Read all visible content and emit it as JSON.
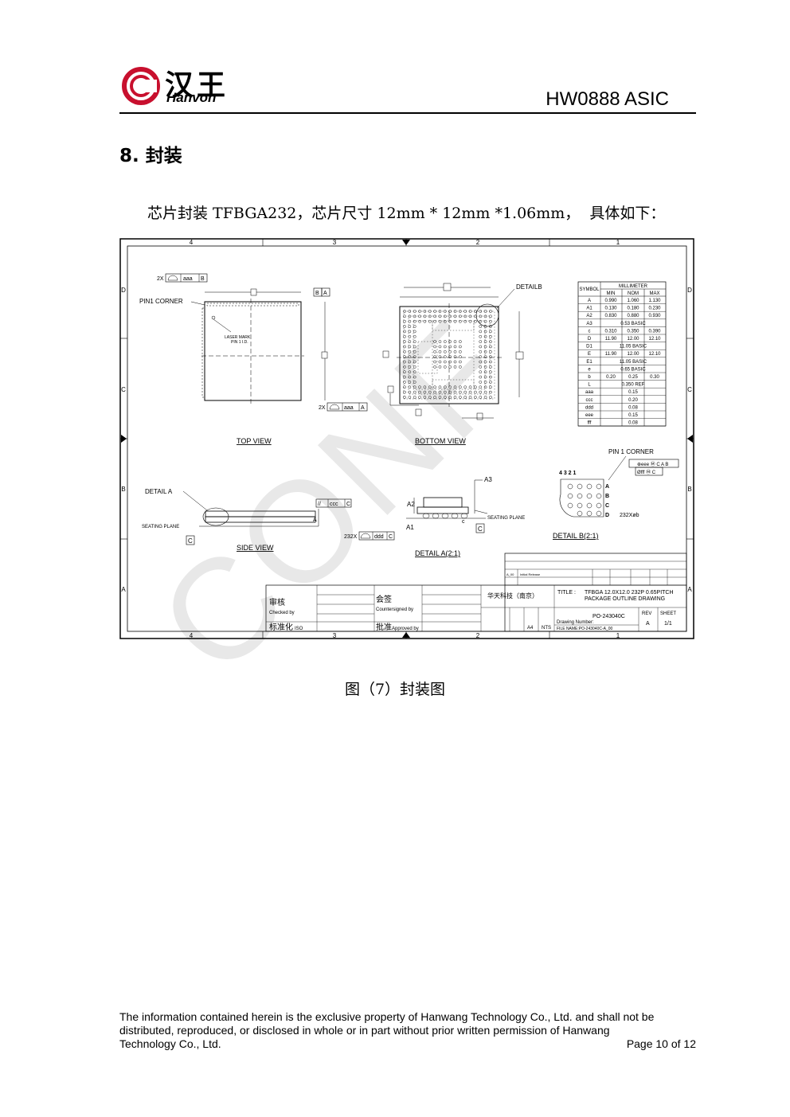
{
  "header": {
    "logo_cn": "汉王",
    "logo_en": "Hanvon",
    "doc_title": "HW0888 ASIC"
  },
  "section": {
    "heading": "8. 封装",
    "intro": "芯片封装 TFBGA232，芯片尺寸 12mm * 12mm *1.06mm，  具体如下："
  },
  "drawing": {
    "border_cols": [
      "4",
      "3",
      "2",
      "1"
    ],
    "border_rows": [
      "D",
      "C",
      "B",
      "A"
    ],
    "top_view_label": "TOP VIEW",
    "bottom_view_label": "BOTTOM VIEW",
    "side_view_label": "SIDE VIEW",
    "detail_a_label": "DETAIL A(2:1)",
    "detail_b_label": "DETAIL B(2:1)",
    "pin1_corner": "PIN1 CORNER",
    "pin1_corner_b": "PIN 1 CORNER",
    "laser_mark": "LASER MARK",
    "laser_mark_2": "PIN 1 I.D.",
    "detailb_ref": "DETAILB",
    "detail_a_ref": "DETAIL A",
    "seating_plane": "SEATING PLANE",
    "seating_plane_2": "SEATING PLANE",
    "tol_2x_aaa_b": "2X",
    "tol_2x_aaa_a": "2X",
    "tol_232x": "232X",
    "tol_232xb": "232Xøb",
    "detail_b_cols": "4  3  2  1",
    "table": {
      "header_symbol": "SYMBOL",
      "header_unit": "MILLIMETER",
      "subheaders": [
        "MIN",
        "NOM",
        "MAX"
      ],
      "rows": [
        [
          "A",
          "0.990",
          "1.060",
          "1.130"
        ],
        [
          "A1",
          "0.130",
          "0.180",
          "0.230"
        ],
        [
          "A2",
          "0.830",
          "0.880",
          "0.930"
        ],
        [
          "A3",
          "0.53 BASIC",
          "",
          ""
        ],
        [
          "c",
          "0.310",
          "0.350",
          "0.390"
        ],
        [
          "D",
          "11.90",
          "12.00",
          "12.10"
        ],
        [
          "D1",
          "11.05 BASIC",
          "",
          ""
        ],
        [
          "E",
          "11.90",
          "12.00",
          "12.10"
        ],
        [
          "E1",
          "11.05 BASIC",
          "",
          ""
        ],
        [
          "e",
          "0.65 BASIC",
          "",
          ""
        ],
        [
          "b",
          "0.20",
          "0.25",
          "0.30"
        ],
        [
          "L",
          "0.350 REF",
          "",
          ""
        ],
        [
          "aaa",
          "0.15",
          "",
          ""
        ],
        [
          "ccc",
          "0.20",
          "",
          ""
        ],
        [
          "ddd",
          "0.08",
          "",
          ""
        ],
        [
          "eee",
          "0.15",
          "",
          ""
        ],
        [
          "fff",
          "0.08",
          "",
          ""
        ]
      ]
    },
    "title_block": {
      "checked_cn": "审核",
      "checked_en": "Checked by",
      "countersigned_cn": "会签",
      "countersigned_en": "Countersigned by",
      "standard_cn": "标准化",
      "standard_en": "ISO",
      "approved_cn": "批准",
      "approved_en": "Approved by",
      "company": "华天科技（南京）",
      "title_label": "TITLE :",
      "title_line1": "TFBGA 12.0X12.0 232P 0.65PITCH",
      "title_line2": "PACKAGE OUTLINE DRAWING",
      "drawing_no_label": "Drawing Number:",
      "drawing_no": "PO-243040C",
      "file_name": "FILE NAME:PO-243040C-A_00",
      "rev_label": "REV",
      "rev": "A",
      "sheet_label": "SHEET",
      "sheet": "1/1",
      "size": "A4",
      "scale": "NTS",
      "rev_row": "A_00",
      "initial_release": "Initial Release"
    }
  },
  "figure_caption": "图（7）封装图",
  "watermark": "CONF",
  "footer": {
    "line1": "The information contained herein is the exclusive property of Hanwang Technology Co., Ltd. and shall not be",
    "line2": "distributed,  reproduced,  or  disclosed  in  whole  or  in  part  without  prior  written  permission  of  Hanwang",
    "line3_left": "Technology Co., Ltd.",
    "line3_right": "Page 10 of 12"
  },
  "colors": {
    "logo_red": "#c8102e",
    "ink": "#000000",
    "watermark": "#e8e8e8"
  }
}
